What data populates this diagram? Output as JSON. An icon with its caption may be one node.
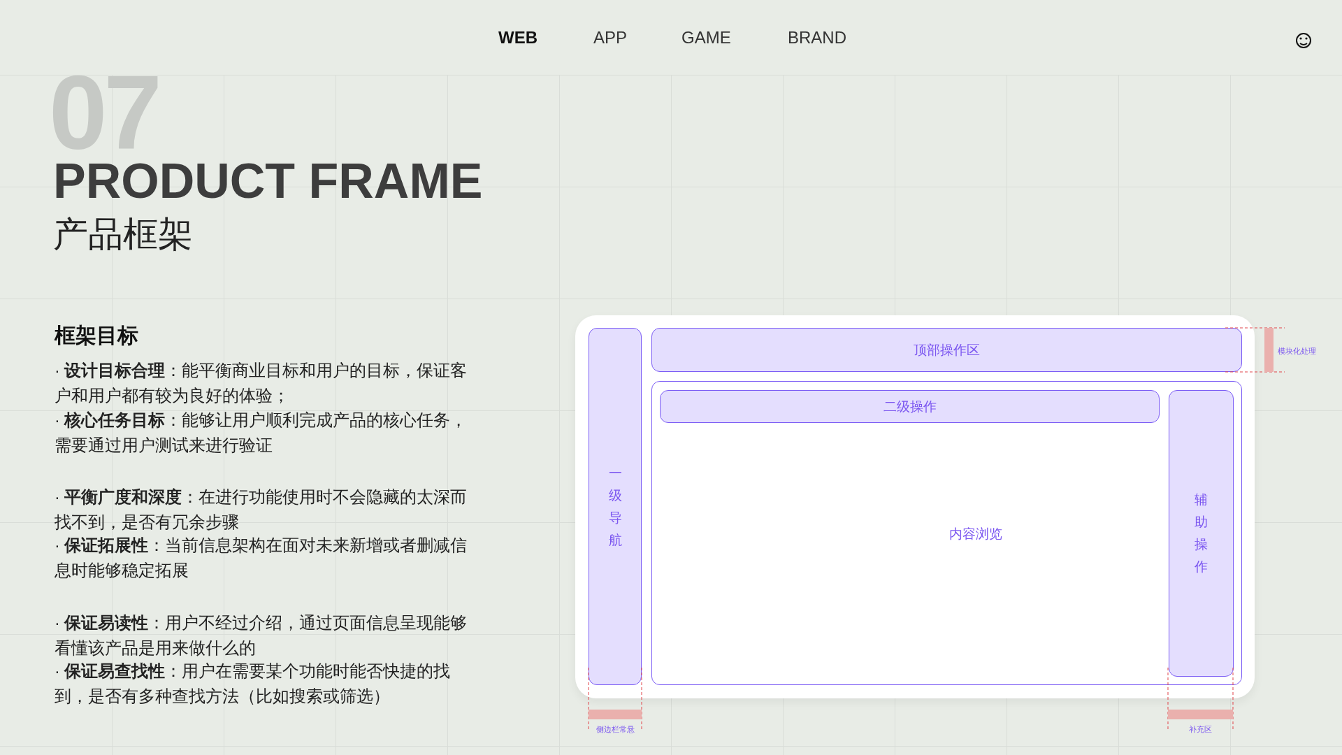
{
  "diagram": {
    "title": "PRODUCT FRAME",
    "nodes": [
      {
        "text": [],
        "shape": "box"
      },
      {
        "text": [
          "一级导航"
        ],
        "in": 0
      },
      {
        "text": [
          "顶部操作区"
        ],
        "in": 0
      },
      {
        "text": [
          "内容浏览"
        ],
        "in": 0
      },
      {
        "text": [
          "二级操作"
        ],
        "in": 3
      },
      {
        "text": [
          "辅助操作"
        ],
        "in": 3
      }
    ],
    "labels": [
      "WEB",
      "APP",
      "GAME",
      "BRAND",
      "07",
      "产品框架",
      "框架目标",
      "· **设计目标合理**：能平衡商业目标和用户的目标，保证客户和用户都有较为良好的体验；",
      "· **核心任务目标**：能够让用户顺利完成产品的核心任务，需要通过用户测试来进行验证",
      "· **平衡广度和深度**：在进行功能使用时不会隐藏的太深而找不到，是否有冗余步骤",
      "· **保证拓展性**：当前信息架构在面对未来新增或者删减信息时能够稳定拓展",
      "· **保证易读性**：用户不经过介绍，通过页面信息呈现能够看懂该产品是用来做什么的",
      "· **保证易查找性**：用户在需要某个功能时能否快捷的找到，是否有多种查找方法（比如搜索或筛选）",
      "模块化处理",
      "侧边栏常悬",
      "补充区"
    ]
  }
}
